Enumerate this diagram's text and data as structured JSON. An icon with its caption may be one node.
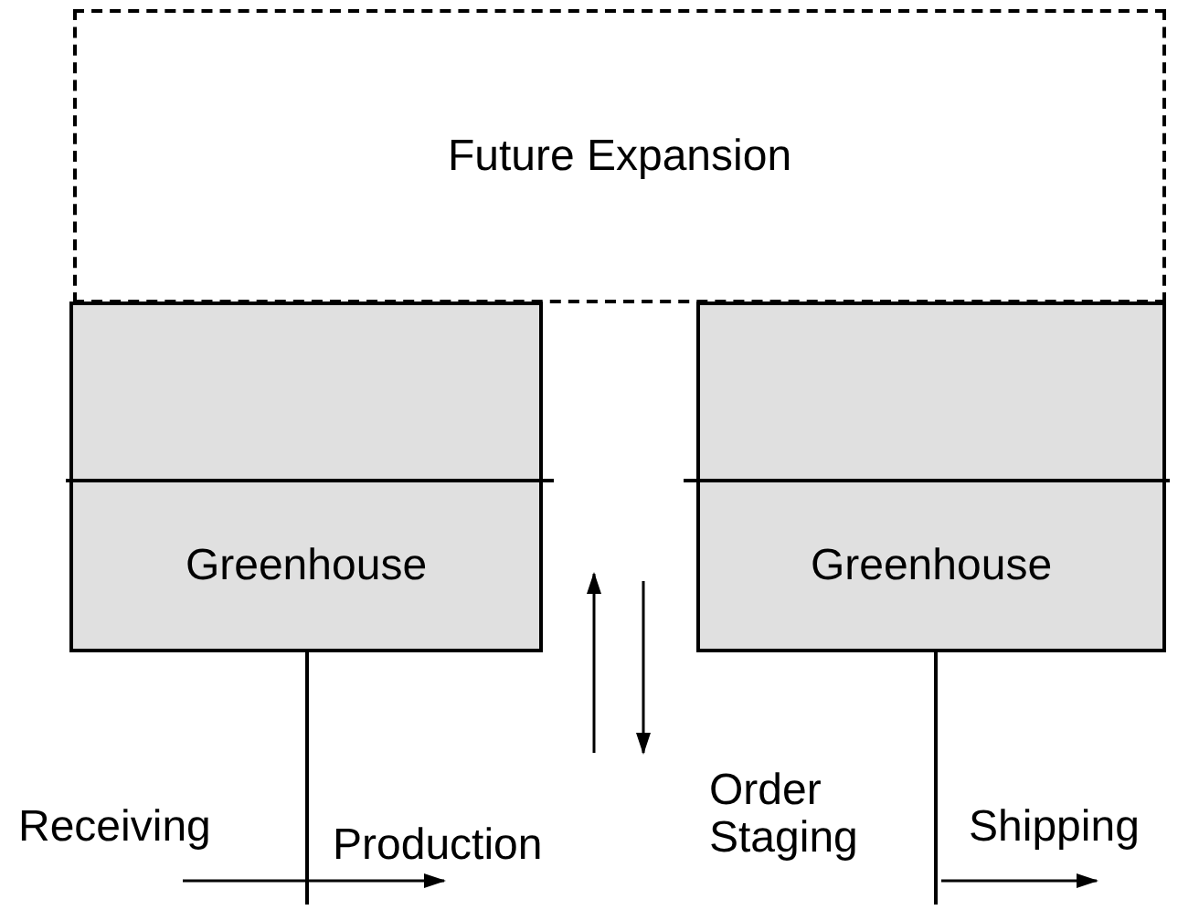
{
  "diagram": {
    "nodes": [
      {
        "text": [
          "Future Expansion"
        ]
      },
      {
        "text": [
          "Greenhouse"
        ]
      },
      {
        "text": [
          "Greenhouse"
        ]
      }
    ],
    "labels": [
      "Receiving",
      "Production",
      "Order Staging",
      "Shipping"
    ]
  }
}
